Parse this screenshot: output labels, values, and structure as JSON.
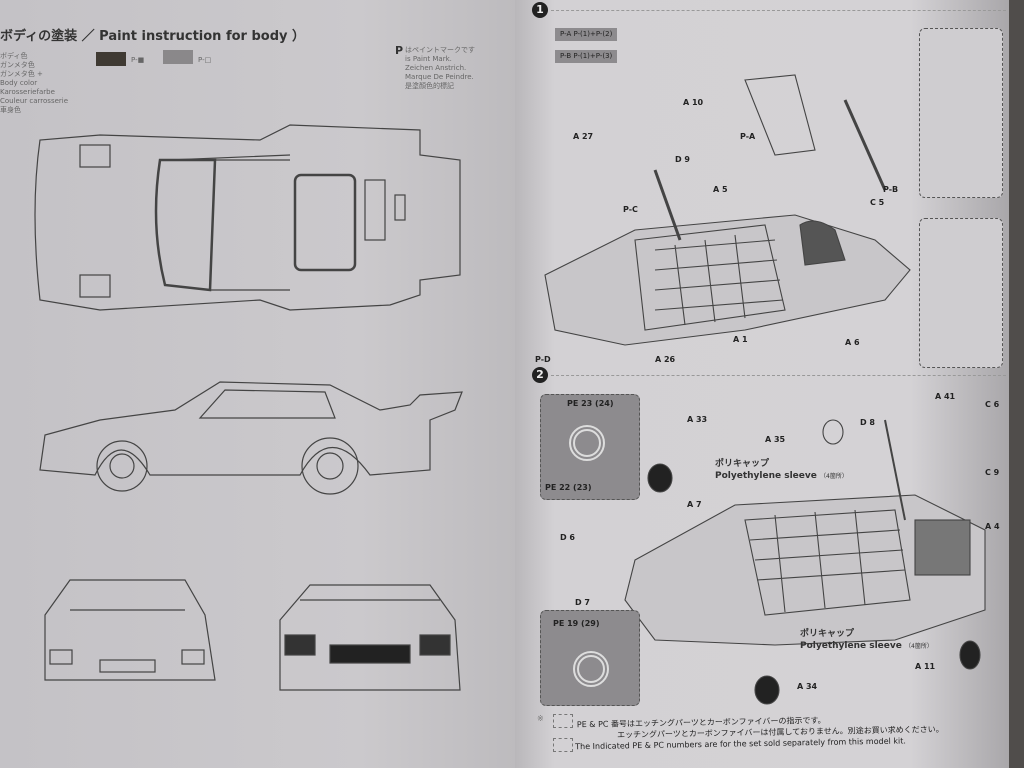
{
  "left_page": {
    "title": "ボディの塗装 ／ Paint instruction for body ）",
    "legend_lines": [
      "ボディ色",
      "ガンメタ色",
      "ガンメタ色 +",
      "Body color",
      "Karosseriefarbe",
      "Couleur carrosserie",
      "車身色"
    ],
    "paint_mark_note": [
      "はペイントマークです",
      "is Paint Mark.",
      "Zeichen Anstrich.",
      "Marque De Peindre.",
      "是塗顏色的標記"
    ],
    "paint_mark_icon": "P",
    "swatches": [
      {
        "color": "#3f3a33",
        "label": "P-■"
      },
      {
        "color": "#8a888a",
        "label": "P-□"
      }
    ]
  },
  "right_page": {
    "steps": [
      {
        "number": "1"
      },
      {
        "number": "2"
      }
    ],
    "step1_headers": [
      "P-A  P-(1)+P-(2)",
      "P-B  P-(1)+P-(3)"
    ],
    "step1_labels": [
      "A 27",
      "D 9",
      "A 10",
      "A 5",
      "C 5",
      "A 1",
      "A 26",
      "A 6",
      "P-A",
      "P-B",
      "P-C",
      "P-D"
    ],
    "step2_labels": [
      "A 33",
      "A 35",
      "D 8",
      "A 41",
      "C 6",
      "A 7",
      "D 6",
      "D 7",
      "C 9",
      "A 4",
      "A 11",
      "A 34"
    ],
    "inset_boxes": [
      {
        "top": "PE 23  (24)",
        "bottom": "PE 22  (23)"
      },
      {
        "top": "PE 19  (29)"
      }
    ],
    "sleeve_notes": [
      {
        "jp": "ポリキャップ",
        "en": "Polyethylene sleeve",
        "count": "（4箇所）"
      },
      {
        "jp": "ポリキャップ",
        "en": "Polyethylene sleeve",
        "count": "（4箇所）"
      }
    ],
    "footnote": {
      "mark": "※",
      "line1": "PE & PC 番号はエッチングパーツとカーボンファイバーの指示です。",
      "line2": "エッチングパーツとカーボンファイバーは付属しておりません。別途お買い求めください。",
      "line3": "The Indicated PE & PC numbers are for the set sold separately from this model kit."
    }
  }
}
